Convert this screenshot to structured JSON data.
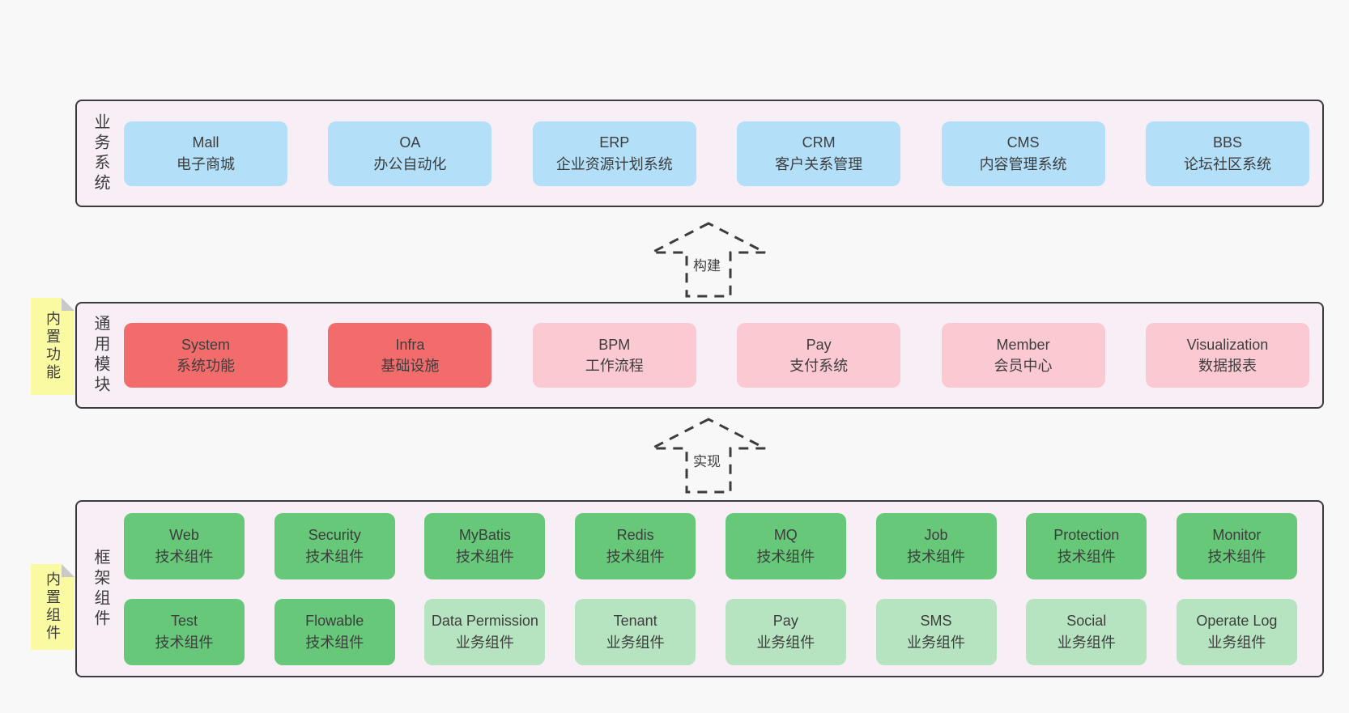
{
  "palette": {
    "page_bg": "#f8f8f8",
    "layer_bg": "#f8eef6",
    "layer_border": "#3c3c3c",
    "blue_box": "#b3dff9",
    "red_box": "#f26c6c",
    "pink_box": "#fbc9d2",
    "green_box": "#66c878",
    "light_green_box": "#b6e4c0",
    "note_yellow": "#fafaa3",
    "note_fold": "#c9c9c9",
    "text": "#3d3d3d"
  },
  "layers": {
    "business": {
      "label": "业务系统",
      "boxes": [
        {
          "title": "Mall",
          "subtitle": "电子商城"
        },
        {
          "title": "OA",
          "subtitle": "办公自动化"
        },
        {
          "title": "ERP",
          "subtitle": "企业资源计划系统"
        },
        {
          "title": "CRM",
          "subtitle": "客户关系管理"
        },
        {
          "title": "CMS",
          "subtitle": "内容管理系统"
        },
        {
          "title": "BBS",
          "subtitle": "论坛社区系统"
        }
      ]
    },
    "modules": {
      "label": "通用模块",
      "note": "内置功能",
      "boxes": [
        {
          "title": "System",
          "subtitle": "系统功能"
        },
        {
          "title": "Infra",
          "subtitle": "基础设施"
        },
        {
          "title": "BPM",
          "subtitle": "工作流程"
        },
        {
          "title": "Pay",
          "subtitle": "支付系统"
        },
        {
          "title": "Member",
          "subtitle": "会员中心"
        },
        {
          "title": "Visualization",
          "subtitle": "数据报表"
        }
      ]
    },
    "components": {
      "label": "框架组件",
      "note": "内置组件",
      "row1": [
        {
          "title": "Web",
          "subtitle": "技术组件"
        },
        {
          "title": "Security",
          "subtitle": "技术组件"
        },
        {
          "title": "MyBatis",
          "subtitle": "技术组件"
        },
        {
          "title": "Redis",
          "subtitle": "技术组件"
        },
        {
          "title": "MQ",
          "subtitle": "技术组件"
        },
        {
          "title": "Job",
          "subtitle": "技术组件"
        },
        {
          "title": "Protection",
          "subtitle": "技术组件"
        },
        {
          "title": "Monitor",
          "subtitle": "技术组件"
        }
      ],
      "row2": [
        {
          "title": "Test",
          "subtitle": "技术组件"
        },
        {
          "title": "Flowable",
          "subtitle": "技术组件"
        },
        {
          "title": "Data Permission",
          "subtitle": "业务组件"
        },
        {
          "title": "Tenant",
          "subtitle": "业务组件"
        },
        {
          "title": "Pay",
          "subtitle": "业务组件"
        },
        {
          "title": "SMS",
          "subtitle": "业务组件"
        },
        {
          "title": "Social",
          "subtitle": "业务组件"
        },
        {
          "title": "Operate Log",
          "subtitle": "业务组件"
        }
      ]
    }
  },
  "arrows": {
    "build": {
      "label": "构建"
    },
    "implement": {
      "label": "实现"
    }
  }
}
